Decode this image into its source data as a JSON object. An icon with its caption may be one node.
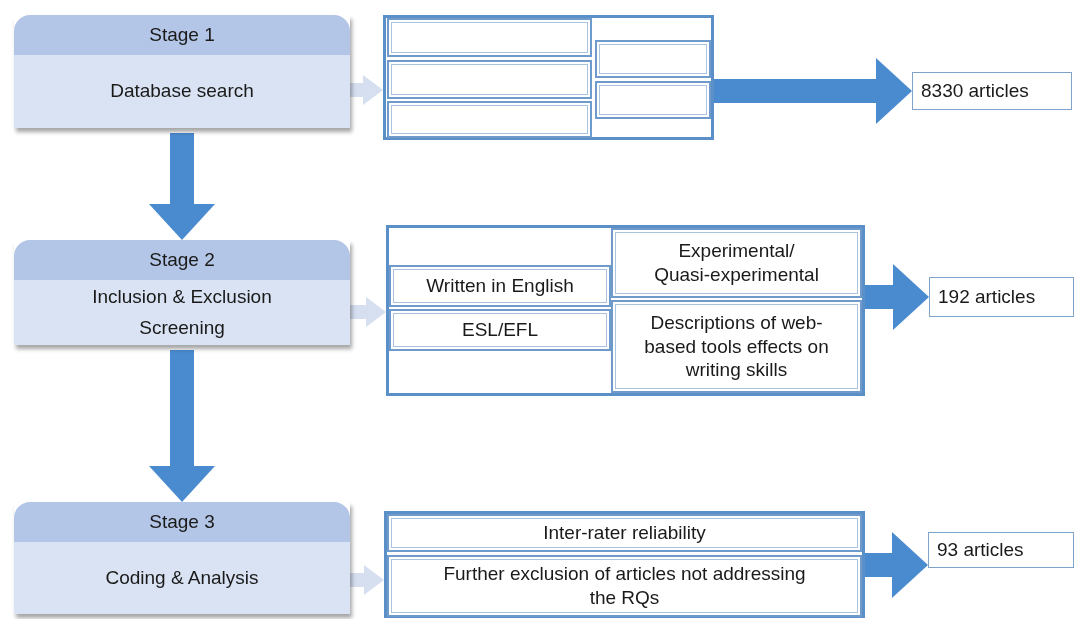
{
  "diagram": {
    "nodes": [
      {
        "text": [
          "Stage 1",
          "Database search"
        ]
      },
      {
        "text": [],
        "shape": "box"
      },
      {
        "text": [],
        "shape": "box",
        "in": 1
      },
      {
        "text": [],
        "shape": "box",
        "in": 1
      },
      {
        "text": [],
        "shape": "box",
        "in": 1
      },
      {
        "text": [],
        "shape": "box",
        "in": 1
      },
      {
        "text": [],
        "shape": "box",
        "in": 1
      },
      {
        "text": [
          "8330 articles"
        ]
      },
      {
        "text": [
          "Stage 2",
          "Inclusion & Exclusion Screening"
        ]
      },
      {
        "text": [],
        "shape": "box"
      },
      {
        "text": [
          "Written in English"
        ],
        "in": 9
      },
      {
        "text": [
          "ESL/EFL"
        ],
        "in": 9
      },
      {
        "text": [
          "Experimental/ Quasi-experimental"
        ],
        "in": 9
      },
      {
        "text": [
          "Descriptions of web-based tools effects on writing skills"
        ],
        "in": 9
      },
      {
        "text": [
          "192 articles"
        ]
      },
      {
        "text": [
          "Stage 3",
          "Coding & Analysis"
        ]
      },
      {
        "text": [],
        "shape": "box"
      },
      {
        "text": [
          "Inter-rater reliability"
        ],
        "in": 16
      },
      {
        "text": [
          "Further exclusion of articles not addressing the RQs"
        ],
        "in": 16
      },
      {
        "text": [
          "93 articles"
        ]
      }
    ],
    "edges": [
      {
        "from": 0,
        "to": 1,
        "arrow": "to",
        "color": "#d6dff0"
      },
      {
        "from": 1,
        "to": 7,
        "arrow": "to"
      },
      {
        "from": 0,
        "to": 8,
        "arrow": "to"
      },
      {
        "from": 8,
        "to": 9,
        "arrow": "to",
        "color": "#d6dff0"
      },
      {
        "from": 9,
        "to": 14,
        "arrow": "to"
      },
      {
        "from": 8,
        "to": 15,
        "arrow": "to"
      },
      {
        "from": 15,
        "to": 16,
        "arrow": "to",
        "color": "#d6dff0"
      },
      {
        "from": 16,
        "to": 19,
        "arrow": "to"
      }
    ]
  }
}
